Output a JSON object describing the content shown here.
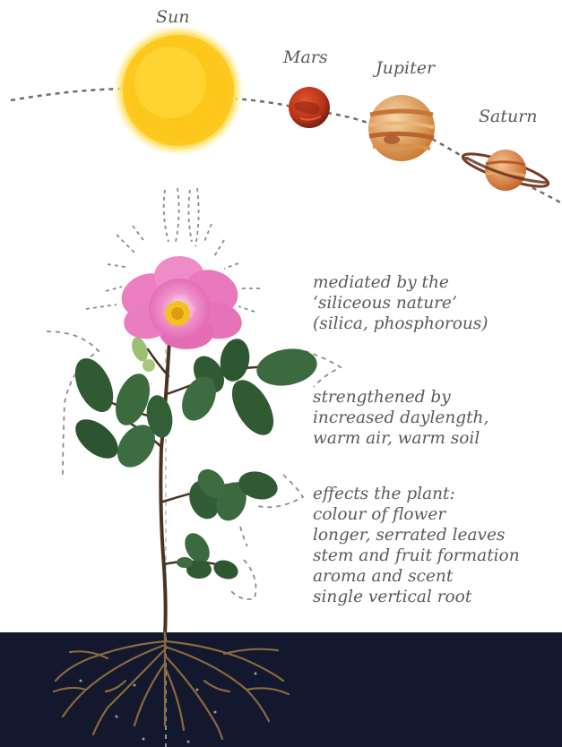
{
  "planets": {
    "sun": "Sun",
    "mars": "Mars",
    "jupiter": "Jupiter",
    "saturn": "Saturn"
  },
  "notes": {
    "mediation": [
      "mediated by the",
      "‘siliceous nature’",
      "(silica, phosphorous)"
    ],
    "strengthening": [
      "strengthened by",
      "increased daylength,",
      "warm air, warm soil"
    ],
    "effects": [
      "effects the plant:",
      "colour of flower",
      "longer, serrated leaves",
      "stem and fruit formation",
      "aroma and scent",
      "single vertical root"
    ]
  },
  "colors": {
    "soil": "#13182e",
    "text": "#5a5a5a",
    "sun": "#fdd023",
    "mars": "#c0391b",
    "jupiter": "#e09a4c",
    "saturn": "#d9773a",
    "petal": "#e879bd",
    "leaf": "#2f5a32",
    "stem": "#4a3320",
    "root": "#8a6a3d"
  }
}
